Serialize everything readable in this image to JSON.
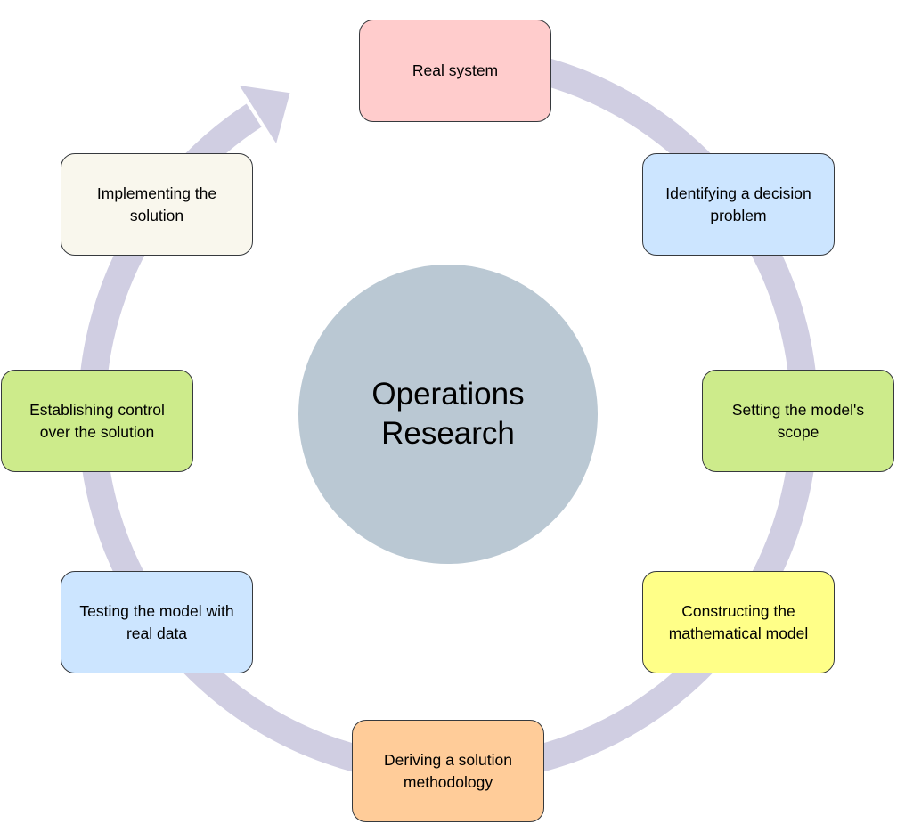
{
  "center": {
    "lines": [
      "Operations",
      "Research"
    ],
    "color": "#bac8d3"
  },
  "cycle_color": "#d0cee2",
  "steps": [
    {
      "lines": [
        "Real system"
      ],
      "color": "#ffcccc"
    },
    {
      "lines": [
        "Identifying a decision",
        "problem"
      ],
      "color": "#cce5ff"
    },
    {
      "lines": [
        "Setting the model's",
        "scope"
      ],
      "color": "#cdeb8b"
    },
    {
      "lines": [
        "Constructing the",
        "mathematical model"
      ],
      "color": "#ffff88"
    },
    {
      "lines": [
        "Deriving a solution",
        "methodology"
      ],
      "color": "#ffcc99"
    },
    {
      "lines": [
        "Testing the model with",
        "real data"
      ],
      "color": "#cce5ff"
    },
    {
      "lines": [
        "Establishing control",
        "over the solution"
      ],
      "color": "#cdeb8b"
    },
    {
      "lines": [
        "Implementing the",
        "solution"
      ],
      "color": "#f9f7ed"
    }
  ]
}
